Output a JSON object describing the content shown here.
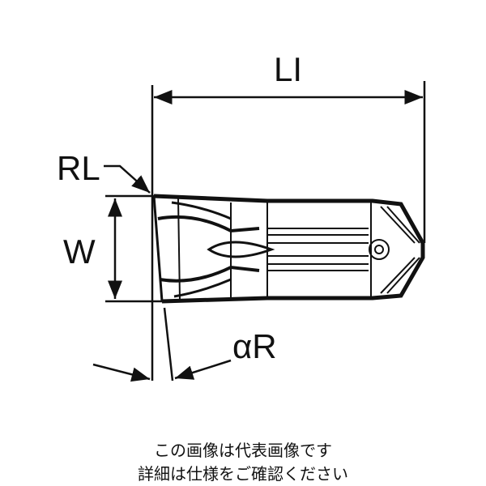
{
  "labels": {
    "length": "LI",
    "radius": "RL",
    "width": "W",
    "angle": "αR"
  },
  "caption": {
    "line1": "この画像は代表画像です",
    "line2": "詳細は仕様をご確認ください"
  }
}
